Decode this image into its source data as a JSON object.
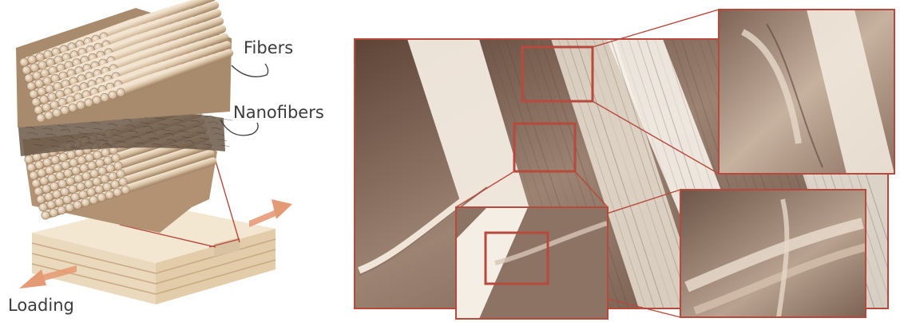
{
  "labels": {
    "fibers": "Fibers",
    "nanofibers": "Nanofibers",
    "loading": "Loading"
  },
  "colors": {
    "frame": "#b7493d",
    "fiber_light": "#f1e3cf",
    "fiber_mid": "#d8bfa0",
    "fiber_dark": "#a98b6c",
    "laminate_top": "#f4e7d2",
    "laminate_side": "#ead7bb",
    "arrow": "#e59a76",
    "sem_dark": "#6e5446",
    "sem_mid": "#a58e7e",
    "sem_light": "#efe6da"
  },
  "icons": {
    "loading_left": "arrow-left-icon",
    "loading_right": "arrow-right-icon"
  }
}
